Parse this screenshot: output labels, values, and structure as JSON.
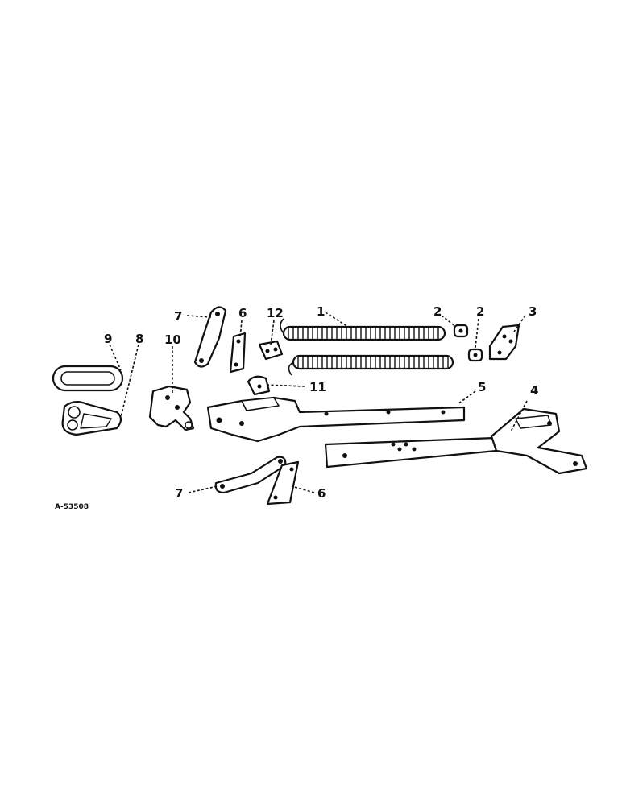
{
  "drawing": {
    "reference_code": "A-53508",
    "callouts": {
      "c1": "1",
      "c2a": "2",
      "c2b": "2",
      "c3": "3",
      "c4": "4",
      "c5": "5",
      "c6a": "6",
      "c6b": "6",
      "c7a": "7",
      "c7b": "7",
      "c8": "8",
      "c9": "9",
      "c10": "10",
      "c11": "11",
      "c12": "12"
    }
  },
  "colors": {
    "ink": "#111111",
    "paper": "#ffffff"
  }
}
